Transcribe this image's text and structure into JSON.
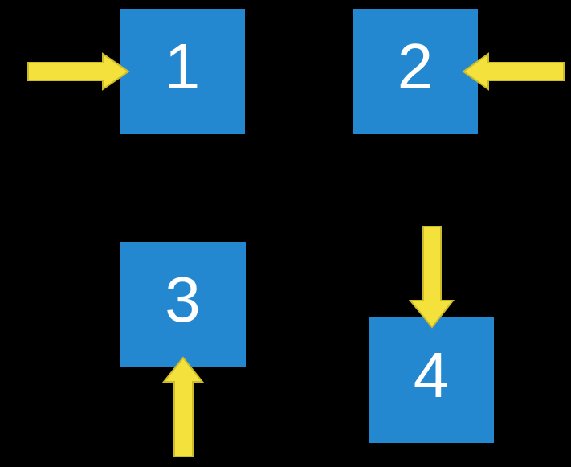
{
  "diagram": {
    "description": "Four numbered blue squares on a black background, each targeted by a yellow arrow from a different direction",
    "squares": [
      {
        "id": 1,
        "label": "1",
        "arrow": "from-left-pointing-right"
      },
      {
        "id": 2,
        "label": "2",
        "arrow": "from-right-pointing-left"
      },
      {
        "id": 3,
        "label": "3",
        "arrow": "from-below-pointing-up"
      },
      {
        "id": 4,
        "label": "4",
        "arrow": "from-above-pointing-down"
      }
    ]
  },
  "colors": {
    "background": "#000000",
    "square": "#2388cf",
    "arrow_fill": "#f4e13b",
    "arrow_stroke": "#cdbc29",
    "label": "#ffffff"
  }
}
